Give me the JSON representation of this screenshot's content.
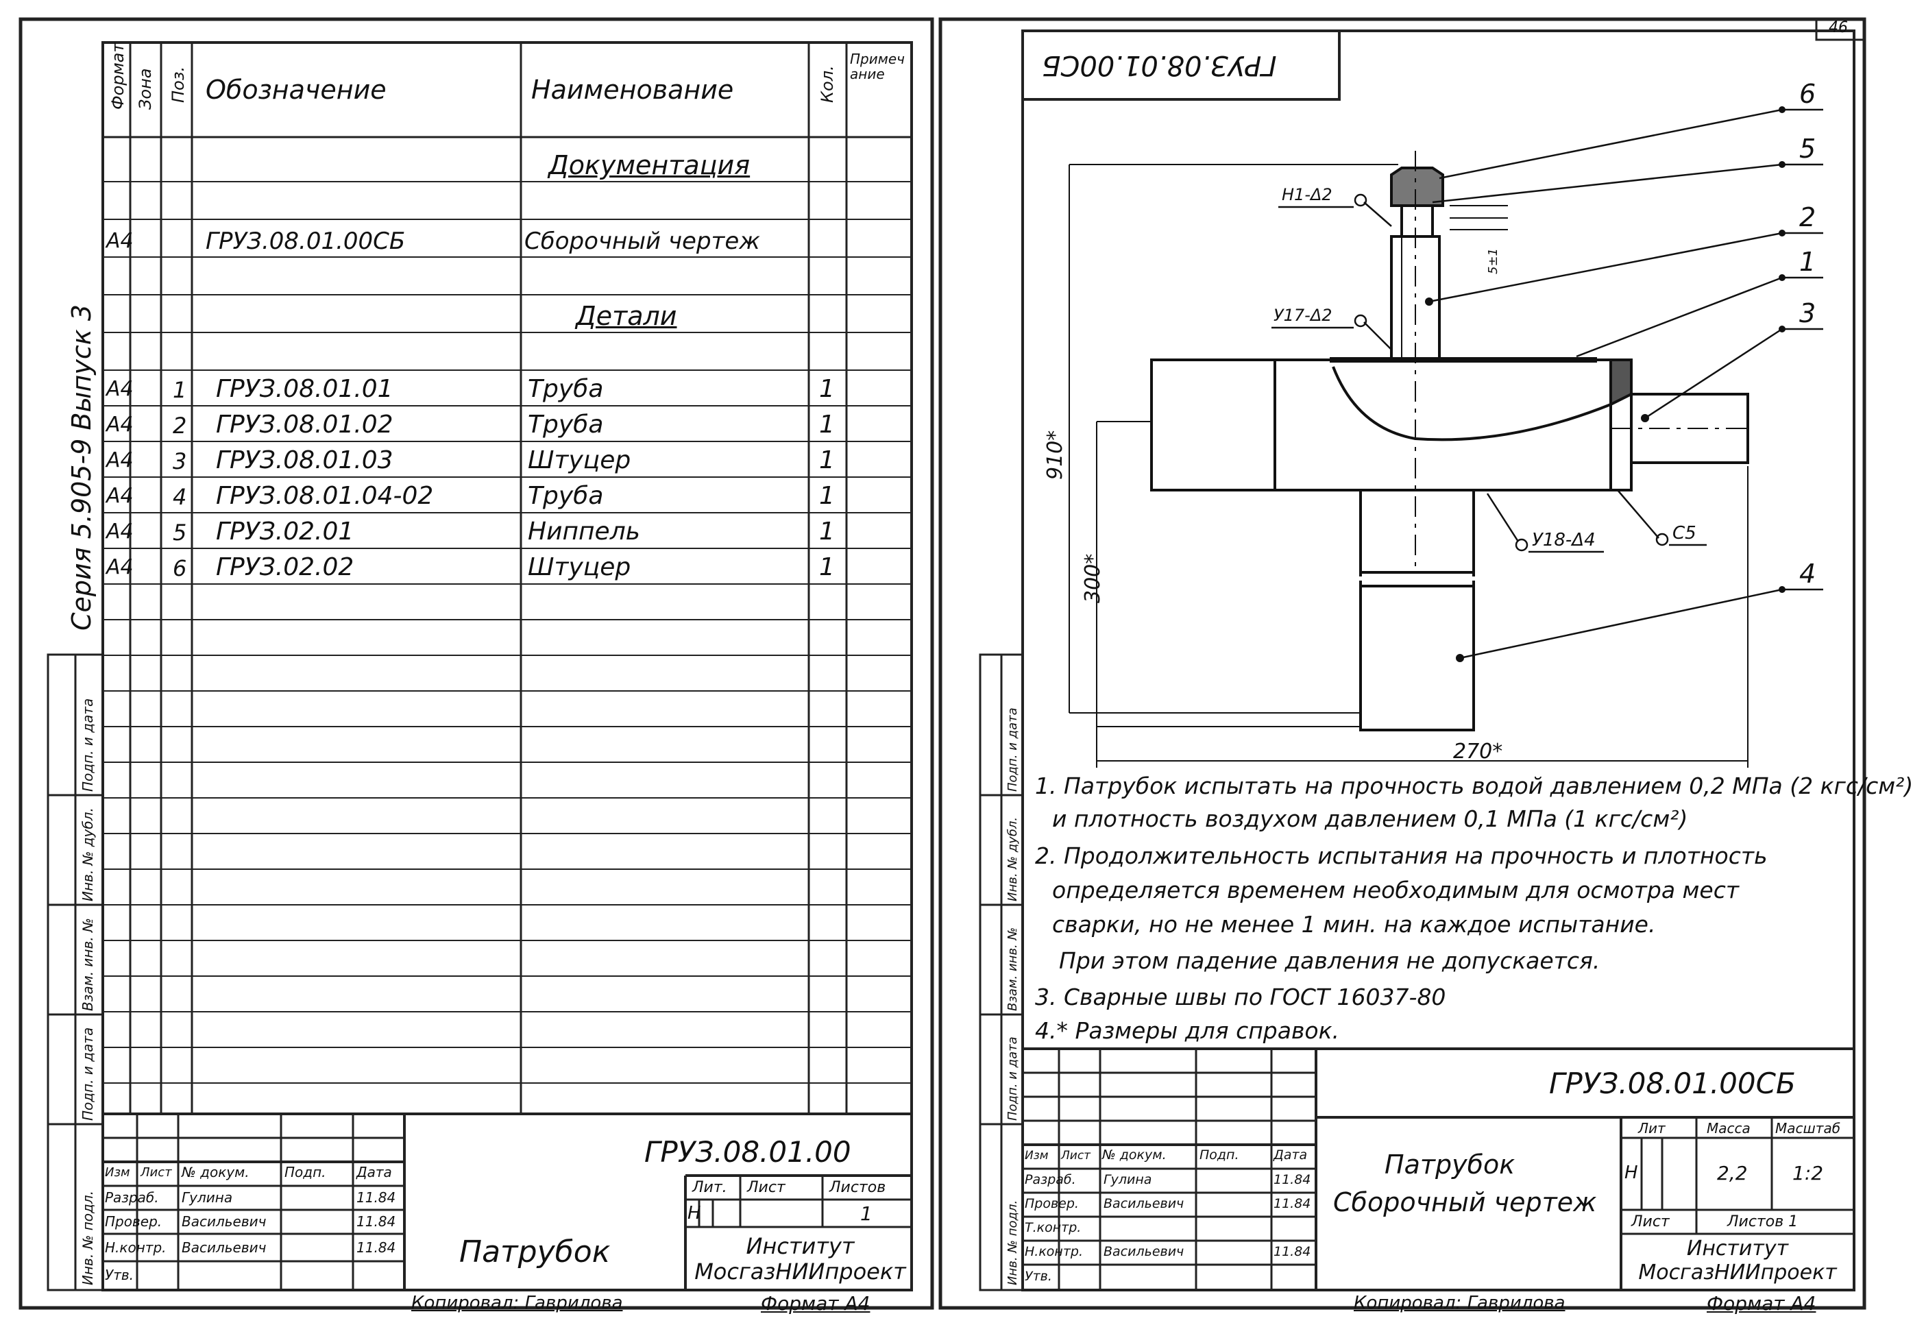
{
  "page_number": "46",
  "left": {
    "headers": {
      "format": "Формат",
      "zone": "Зона",
      "pos": "Поз.",
      "designation": "Обозначение",
      "name": "Наименование",
      "qty": "Кол.",
      "note": "Примечание"
    },
    "section_docs": "Документация",
    "doc_row": {
      "format": "А4",
      "designation": "ГРУЗ.08.01.00СБ",
      "name": "Сборочный чертеж"
    },
    "section_parts": "Детали",
    "rows": [
      {
        "format": "А4",
        "pos": "1",
        "designation": "ГРУЗ.08.01.01",
        "name": "Труба",
        "qty": "1"
      },
      {
        "format": "А4",
        "pos": "2",
        "designation": "ГРУЗ.08.01.02",
        "name": "Труба",
        "qty": "1"
      },
      {
        "format": "А4",
        "pos": "3",
        "designation": "ГРУЗ.08.01.03",
        "name": "Штуцер",
        "qty": "1"
      },
      {
        "format": "А4",
        "pos": "4",
        "designation": "ГРУЗ.08.01.04-02",
        "name": "Труба",
        "qty": "1"
      },
      {
        "format": "А4",
        "pos": "5",
        "designation": "ГРУЗ.02.01",
        "name": "Ниппель",
        "qty": "1"
      },
      {
        "format": "А4",
        "pos": "6",
        "designation": "ГРУЗ.02.02",
        "name": "Штуцер",
        "qty": "1"
      }
    ],
    "series": "Серия 5.905-9   Выпуск 3",
    "side_labels": [
      "Подп. и дата",
      "Инв. № дубл.",
      "Взам. инв. №",
      "Подп. и дата",
      "Инв. № подл."
    ],
    "title_block": {
      "code": "ГРУЗ.08.01.00",
      "name": "Патрубок",
      "labels": {
        "izm": "Изм",
        "list": "Лист",
        "doc": "№ докум.",
        "sign": "Подп.",
        "date": "Дата",
        "lit": "Лит.",
        "sheet": "Лист",
        "sheets": "Листов"
      },
      "people": [
        {
          "role": "Разраб.",
          "name": "Гулина",
          "date": "11.84"
        },
        {
          "role": "Провер.",
          "name": "Васильевич",
          "date": "11.84"
        },
        {
          "role": "Н.контр.",
          "name": "Васильевич",
          "date": "11.84"
        },
        {
          "role": "Утв.",
          "name": "",
          "date": ""
        }
      ],
      "lit_value": "Н",
      "sheets_value": "1",
      "org": "Институт МосгазНИИпроект"
    },
    "copied": "Копировал: Гаврилова",
    "format": "Формат А4"
  },
  "right": {
    "stamp_code": "ГРУЗ.08.01.00СБ",
    "callouts": [
      "6",
      "5",
      "2",
      "1",
      "3",
      "4"
    ],
    "weld_marks": [
      "Н1-Δ2",
      "У17-Δ2",
      "У18-Δ4",
      "С5"
    ],
    "dims": {
      "height_total": "910*",
      "height_lower": "300*",
      "width": "270*",
      "small": "5±1"
    },
    "notes": [
      "1. Патрубок испытать на прочность водой давлением 0,2 МПа (2 кгс/см²)",
      "и плотность воздухом давлением 0,1 МПа (1 кгс/см²)",
      "2. Продолжительность испытания на прочность и плотность",
      "определяется временем необходимым для осмотра мест",
      "сварки, но не менее 1 мин. на каждое испытание.",
      "При этом падение давления не допускается.",
      "3. Сварные швы по ГОСТ 16037-80",
      "4.* Размеры для справок."
    ],
    "side_labels": [
      "Подп. и дата",
      "Инв. № дубл.",
      "Взам. инв. №",
      "Подп. и дата",
      "Инв. № подл."
    ],
    "title_block": {
      "code": "ГРУЗ.08.01.00СБ",
      "name1": "Патрубок",
      "name2": "Сборочный чертеж",
      "labels": {
        "izm": "Изм",
        "list": "Лист",
        "doc": "№ докум.",
        "sign": "Подп.",
        "date": "Дата",
        "lit": "Лит",
        "mass": "Масса",
        "scale": "Масштаб",
        "sheet": "Лист",
        "sheets": "Листов 1"
      },
      "people": [
        {
          "role": "Разраб.",
          "name": "Гулина",
          "date": "11.84"
        },
        {
          "role": "Провер.",
          "name": "Васильевич",
          "date": "11.84"
        },
        {
          "role": "Т.контр.",
          "name": "",
          "date": ""
        },
        {
          "role": "Н.контр.",
          "name": "Васильевич",
          "date": "11.84"
        },
        {
          "role": "Утв.",
          "name": "",
          "date": ""
        }
      ],
      "lit_value": "Н",
      "mass_value": "2,2",
      "scale_value": "1:2",
      "org": "Институт МосгазНИИпроект"
    },
    "copied": "Копировал: Гаврилова",
    "format": "Формат А4"
  }
}
